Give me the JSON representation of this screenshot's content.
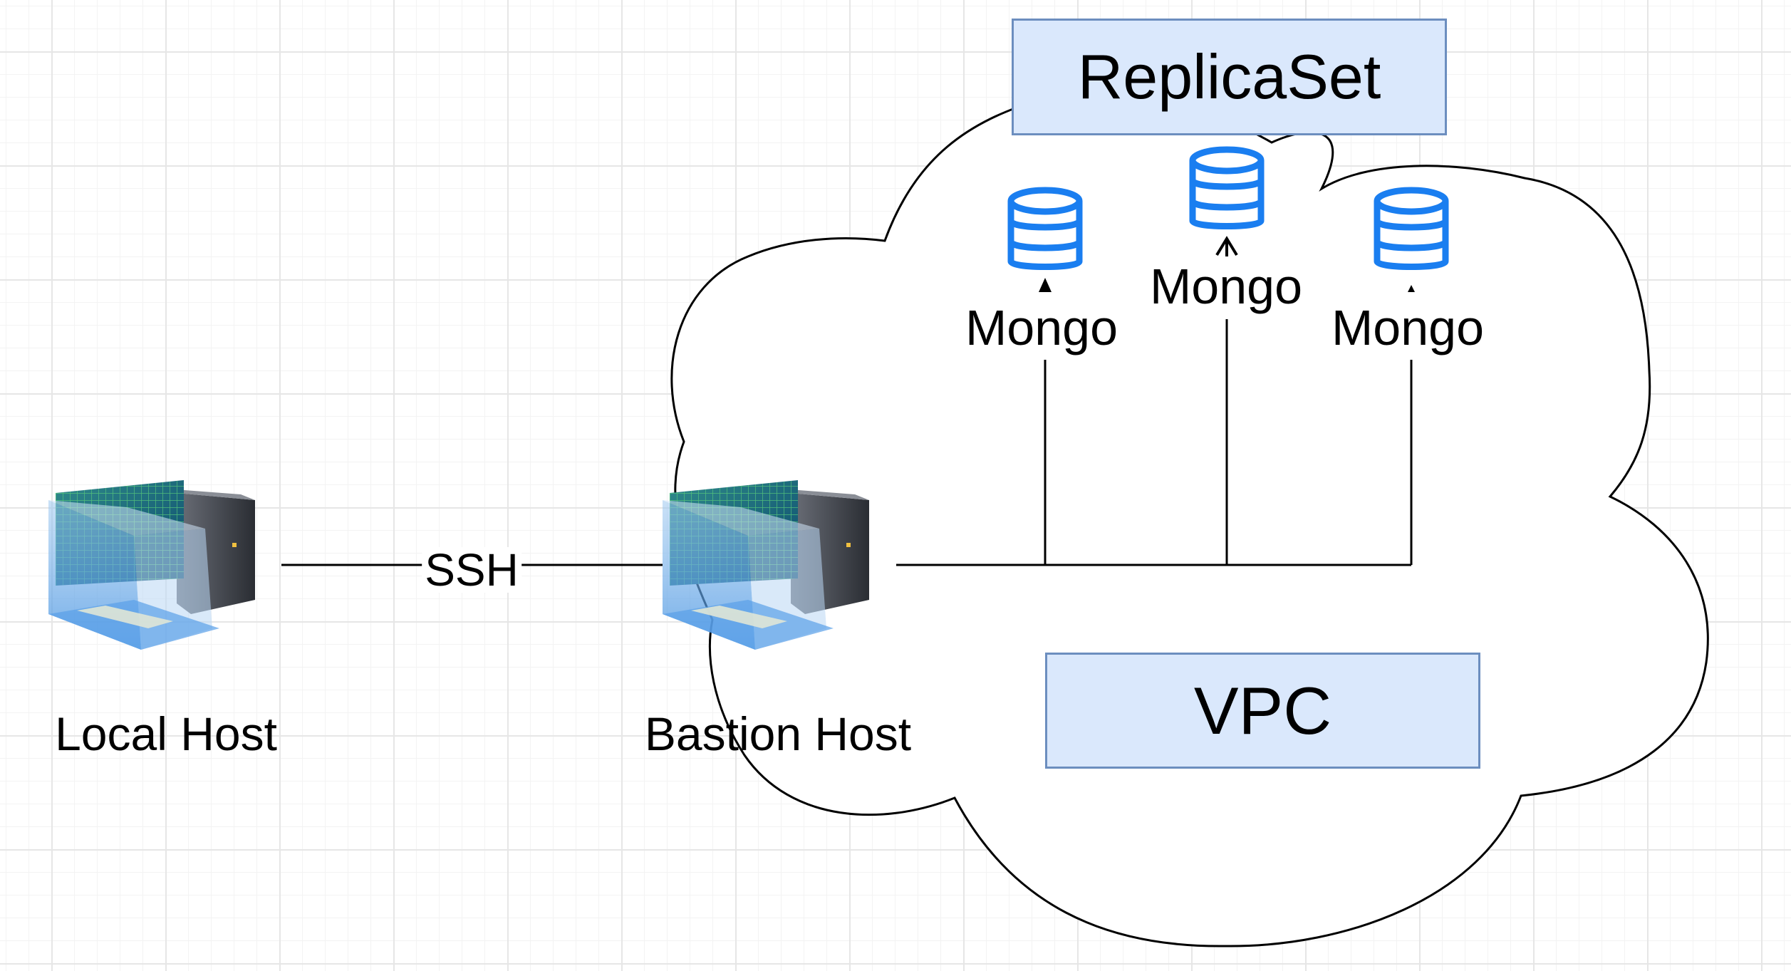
{
  "nodes": {
    "local_host": {
      "label": "Local Host"
    },
    "bastion_host": {
      "label": "Bastion Host"
    },
    "replicaset": {
      "label": "ReplicaSet"
    },
    "vpc": {
      "label": "VPC"
    },
    "mongo_left": {
      "label": "Mongo"
    },
    "mongo_center": {
      "label": "Mongo"
    },
    "mongo_right": {
      "label": "Mongo"
    }
  },
  "edges": {
    "ssh": {
      "label": "SSH"
    }
  },
  "colors": {
    "box_fill": "#dae8fc",
    "box_stroke": "#6c8ebf",
    "db_icon": "#1a7ef0",
    "line": "#000000",
    "cloud_fill": "#ffffff"
  },
  "icons": {
    "computer": "computer-icon",
    "database": "database-icon"
  }
}
